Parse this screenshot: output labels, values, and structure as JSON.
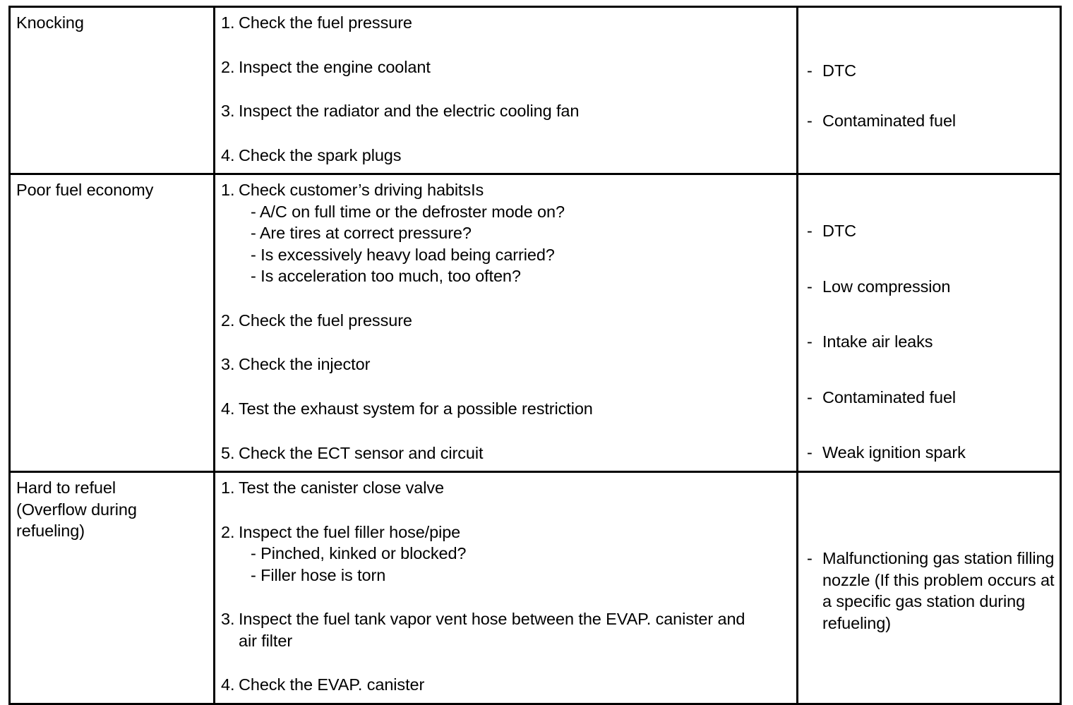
{
  "table": {
    "rows": [
      {
        "symptom_lines": [
          "Knocking"
        ],
        "steps": [
          {
            "num": "1.",
            "text": "Check the fuel pressure",
            "subs": []
          },
          {
            "num": "2.",
            "text": "Inspect the engine coolant",
            "subs": []
          },
          {
            "num": "3.",
            "text": "Inspect the radiator and the electric cooling fan",
            "subs": []
          },
          {
            "num": "4.",
            "text": "Check the spark plugs",
            "subs": []
          }
        ],
        "causes": [
          {
            "dash": "-",
            "text": "DTC"
          },
          {
            "dash": "-",
            "text": "Contaminated fuel"
          }
        ]
      },
      {
        "symptom_lines": [
          "Poor fuel economy"
        ],
        "steps": [
          {
            "num": "1.",
            "text": "Check customer’s driving habitsIs",
            "subs": [
              "- A/C on full time or the defroster mode on?",
              "- Are tires at correct pressure?",
              "- Is excessively heavy load being carried?",
              "- Is acceleration too much, too often?"
            ]
          },
          {
            "num": "2.",
            "text": "Check the fuel pressure",
            "subs": []
          },
          {
            "num": "3.",
            "text": "Check the injector",
            "subs": []
          },
          {
            "num": "4.",
            "text": "Test the exhaust system for a possible restriction",
            "subs": []
          },
          {
            "num": "5.",
            "text": "Check the ECT sensor and circuit",
            "subs": []
          }
        ],
        "causes": [
          {
            "dash": "-",
            "text": "DTC"
          },
          {
            "dash": "-",
            "text": "Low compression"
          },
          {
            "dash": "-",
            "text": "Intake air leaks"
          },
          {
            "dash": "-",
            "text": "Contaminated fuel"
          },
          {
            "dash": "-",
            "text": "Weak ignition spark"
          }
        ]
      },
      {
        "symptom_lines": [
          "Hard to refuel",
          "(Overflow during",
          "refueling)"
        ],
        "steps": [
          {
            "num": "1.",
            "text": "Test the canister close valve",
            "subs": []
          },
          {
            "num": "2.",
            "text": "Inspect the fuel filler hose/pipe",
            "subs": [
              "- Pinched, kinked or blocked?",
              "- Filler hose is torn"
            ]
          },
          {
            "num": "3.",
            "text": "Inspect the fuel tank vapor vent hose between the EVAP. canister and",
            "cont": "air filter",
            "subs": []
          },
          {
            "num": "4.",
            "text": "Check the EVAP. canister",
            "subs": []
          }
        ],
        "causes": [
          {
            "dash": "-",
            "text": "Malfunctioning gas station filling nozzle (If this problem occurs at a specific gas station during refueling)"
          }
        ]
      }
    ]
  },
  "style": {
    "border_color": "#000000",
    "text_color": "#000000",
    "background": "#ffffff"
  }
}
